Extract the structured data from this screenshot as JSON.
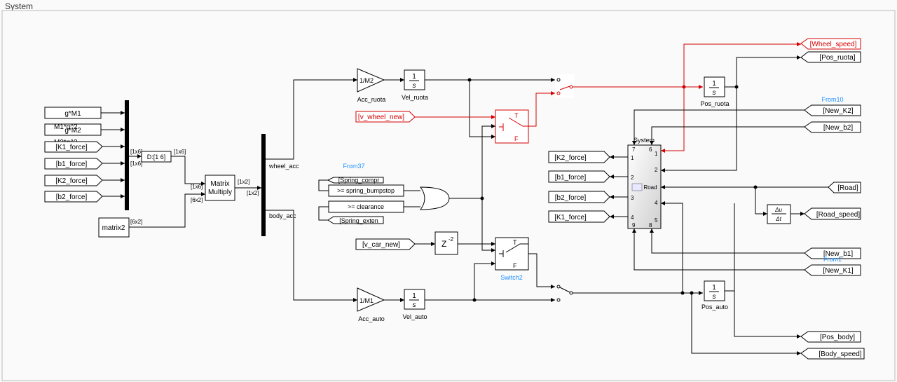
{
  "window": {
    "title": "System"
  },
  "colors": {
    "signal": "#000000",
    "highlight": "#d40000",
    "link": "#1e90ff"
  },
  "left_inputs": [
    "g*M1",
    "g*M2",
    "[K1_force]",
    "[b1_force]",
    "[K2_force]",
    "[b2_force]"
  ],
  "overlap_labels": [
    "M1*g^2",
    "M2*g^2"
  ],
  "mux_labels": {
    "in_top": "[1x6]",
    "in_bottom": "[1x6]",
    "out": "[1x6]"
  },
  "mux2_labels": {
    "in_top": "[1x6]",
    "in_bottom": "[6x2]",
    "out": "[1x2]",
    "mux_in": "[1x2]"
  },
  "blocks": {
    "reshape": "D:[1 6]",
    "matrix2": "matrix2",
    "matrix_multiply_line1": "Matrix",
    "matrix_multiply_line2": "Multiply",
    "acc_ruota_gain": "1/M2",
    "acc_ruota_label": "Acc_ruota",
    "vel_ruota_label": "Vel_ruota",
    "acc_auto_gain": "1/M1",
    "acc_auto_label": "Acc_auto",
    "vel_auto_label": "Vel_auto",
    "pos_ruota_label": "Pos_ruota",
    "pos_auto_label": "Pos_auto",
    "integrator_num": "1",
    "integrator_den": "s",
    "delay_base": "Z",
    "delay_exp": "-2",
    "cmp_bump": ">= spring_bumpstop",
    "cmp_clear": ">= clearance",
    "switch2": "Switch2",
    "switch_t": "T",
    "switch_f": "F",
    "deriv_num": "Δu",
    "deriv_den": "Δt",
    "demux_wheel": "wheel_acc",
    "demux_body": "body_acc"
  },
  "goto_from": {
    "from37_caption": "From37",
    "spring_compr": "[Spring_compr",
    "spring_exten": "[Spring_exten",
    "v_wheel_new": "[v_wheel_new]",
    "v_car_new": "[v_car_new]",
    "wheel_speed": "[Wheel_speed]",
    "pos_ruota": "[Pos_ruota]",
    "from10_caption": "From10",
    "new_k2": "[New_K2]",
    "new_b2": "[New_b2]",
    "road": "[Road]",
    "road_speed": "[Road_speed]",
    "new_b1": "[New_b1]",
    "from1_caption": "From1",
    "new_k1": "[New_K1]",
    "pos_body": "[Pos_body]",
    "body_speed": "[Body_speed]",
    "k2_force_out": "[K2_force]",
    "b1_force_out": "[b1_force]",
    "b2_force_out": "[b2_force]",
    "k1_force_out": "[K1_force]"
  },
  "subsystem": {
    "title": "System",
    "road": "Road",
    "ports": [
      "1",
      "2",
      "3",
      "4",
      "5",
      "6",
      "7",
      "8",
      "9"
    ]
  }
}
